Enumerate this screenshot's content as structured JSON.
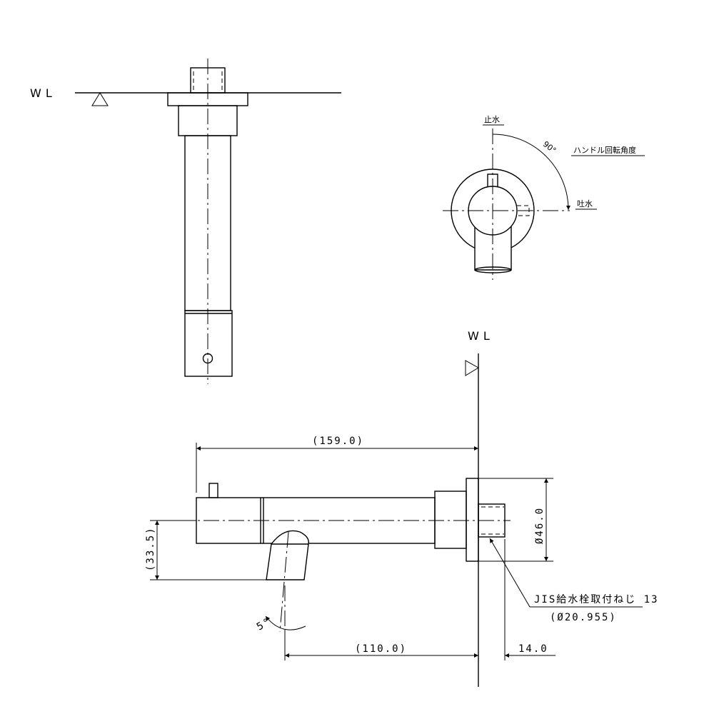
{
  "labels": {
    "wl_top": "WL",
    "wl_side": "WL",
    "stop": "止水",
    "spout": "吐水",
    "angle": "90°",
    "handle_rotation": "ハンドル回転角度",
    "tilt_angle": "5°",
    "thread_spec": "JIS給水栓取付ねじ 13",
    "thread_diameter": "(Ø20.955)"
  },
  "dimensions": {
    "overall_length": "(159.0)",
    "spout_drop": "(33.5)",
    "flange_diameter": "Ø46.0",
    "spout_reach": "(110.0)",
    "thread_length": "14.0"
  }
}
